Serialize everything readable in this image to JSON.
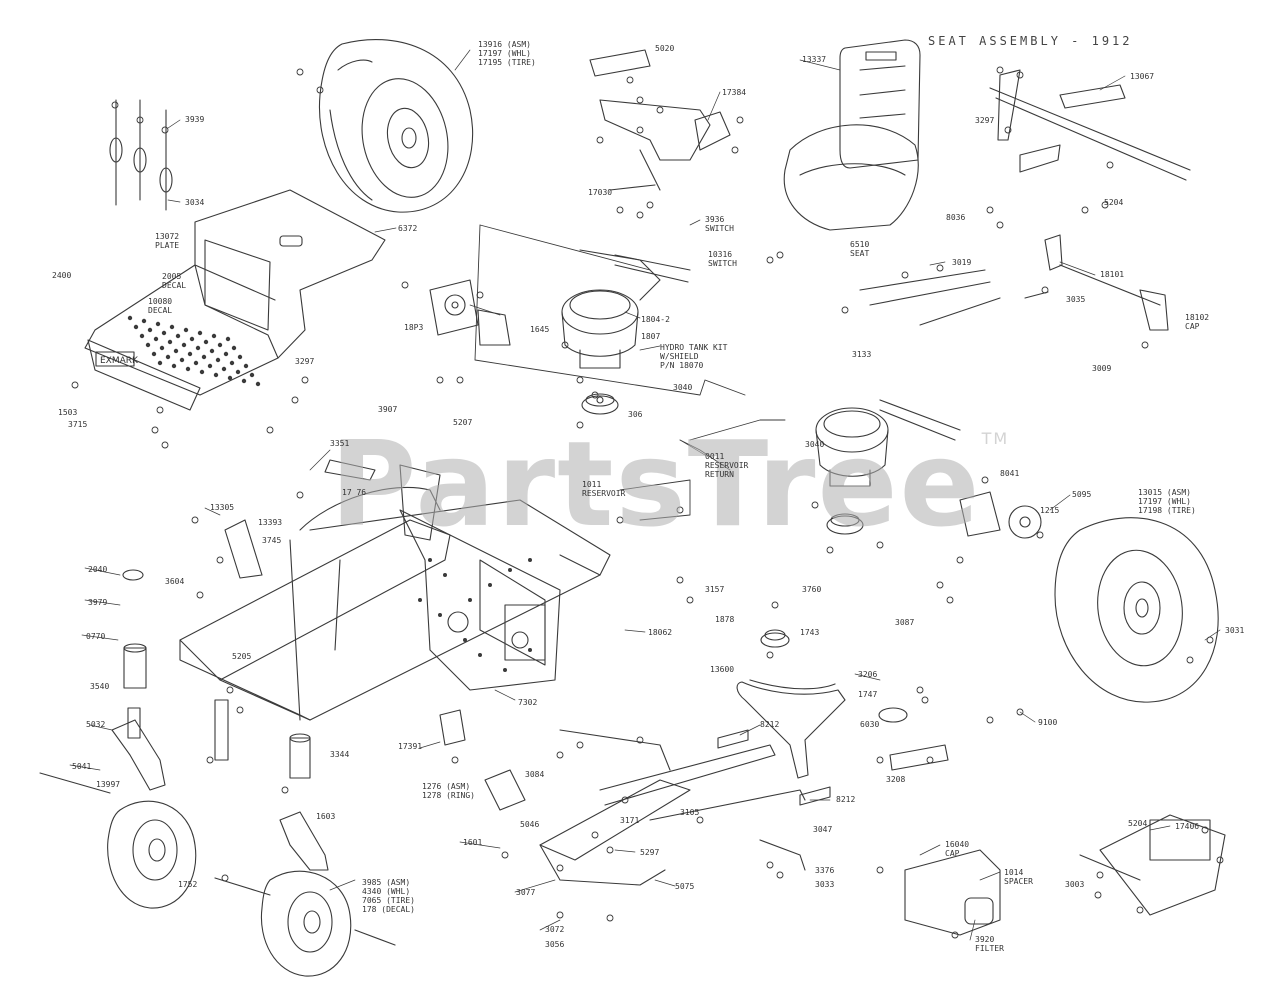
{
  "title": "SEAT ASSEMBLY - 1912",
  "watermark": {
    "text": "PartsTree",
    "tm": "TM"
  },
  "labels": {
    "l13916": "13916 (ASM)\n17197 (WHL)\n17195 (TIRE)",
    "l13015": "13015 (ASM)\n17197 (WHL)\n17198 (TIRE)",
    "l3985": "3985 (ASM)\n4340 (WHL)\n7065 (TIRE)\n178 (DECAL)",
    "l5020": "5020",
    "l17384": "17384",
    "l6372": "6372",
    "l13337": "13337",
    "l13067": "13067",
    "l3939": "3939",
    "l3034": "3034",
    "l17030": "17030",
    "l13072": "13072\nPLATE",
    "l2005": "2005\nDECAL",
    "l10080": "10080\nDECAL",
    "l1503": "1503",
    "l3715": "3715",
    "l3297": "3297",
    "l2400": "2400",
    "l3936": "3936\nSWITCH",
    "l6510": "6510\nSEAT",
    "l1016": "10316\nSWITCH",
    "l5204": "5204",
    "l3019": "3019",
    "l3133": "3133",
    "l3035": "3035",
    "l18P3": "18P3",
    "l1804": "1804-2",
    "l1645": "1645",
    "l3907": "3907",
    "l5207": "5207",
    "l8036": "8036",
    "l1807": "1807",
    "l3009": "3009",
    "l18101": "18101",
    "l18102": "18102\nCAP",
    "l3040": "3040",
    "l3040b": "3040",
    "lHydro": "HYDRO TANK KIT\nW/SHIELD\nP/N 18070",
    "l306": "306",
    "l1011": "1011\nRESERVOIR",
    "l0011": "0011\nRESERVOIR\nRETURN",
    "l3351": "3351",
    "l1776": "17 76",
    "l13305": "13305",
    "l13393": "13393",
    "l3745": "3745",
    "l3604": "3604",
    "l2040": "2040",
    "l3979": "3979",
    "l5205": "5205",
    "l0770": "0770",
    "l3540": "3540",
    "l5032": "5032",
    "l5041": "5041",
    "l13997": "13997",
    "l1752": "1752",
    "l1603": "1603",
    "l3344": "3344",
    "l7302": "7302",
    "l17391": "17391",
    "l1276": "1276 (ASM)\n1278 (RING)",
    "l5095": "5095",
    "l8041": "8041",
    "l1215": "1215",
    "l3087": "3087",
    "l3031": "3031",
    "l3157": "3157",
    "l1878": "1878",
    "l3760": "3760",
    "l1743": "1743",
    "l18062": "18062",
    "l3206": "3206",
    "l3208": "3208",
    "l6030": "6030",
    "l13600": "13600",
    "l3297b": "3297",
    "l1747": "1747",
    "l9100": "9100",
    "l17406": "17406",
    "l5204b": "5204",
    "l3003": "3003",
    "l16040": "16040\nCAP",
    "l1014": "1014\nSPACER",
    "l3920": "3920\nFILTER",
    "l3033": "3033",
    "l3376": "3376",
    "l1601": "1601",
    "l5297": "5297",
    "l3171": "3171",
    "l5046": "5046",
    "l3084": "3084",
    "l8212": "8212",
    "l8212b": "8212",
    "l3047": "3047",
    "l3105": "3105",
    "l5075": "5075",
    "l3077": "3077",
    "l3072": "3072",
    "l3056": "3056"
  }
}
